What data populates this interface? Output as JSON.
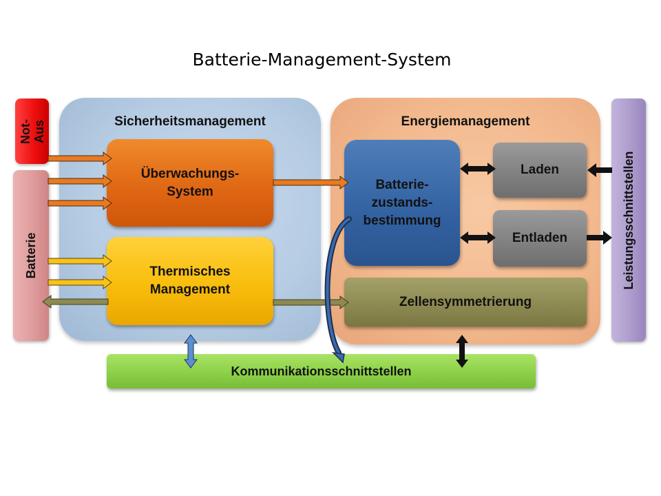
{
  "title": "Batterie-Management-System",
  "panels": {
    "safety": "Sicherheitsmanagement",
    "energy": "Energiemanagement"
  },
  "boxes": {
    "monitoring": [
      "Überwachungs-",
      "System"
    ],
    "thermal": [
      "Thermisches",
      "Management"
    ],
    "soc": [
      "Batterie-",
      "zustands-",
      "bestimmung"
    ],
    "charge": "Laden",
    "discharge": "Entladen",
    "balancing": "Zellensymmetrierung",
    "communication": "Kommunikationsschnittstellen"
  },
  "side_labels": {
    "emergency_stop": [
      "Not-",
      "Aus"
    ],
    "battery": "Batterie",
    "power_interfaces": "Leistungsschnittstellen"
  },
  "colors": {
    "safety_panel": "#b7cde4",
    "energy_panel": "#f3b98e",
    "monitoring": "#e06814",
    "thermal": "#f9bd0c",
    "soc": "#3463a3",
    "charge_discharge": "#848484",
    "balancing": "#8d8a52",
    "communication": "#8cd048",
    "emergency_stop": "#ee1010",
    "battery": "#df9c9c",
    "power_interfaces": "#ad9ccd"
  }
}
